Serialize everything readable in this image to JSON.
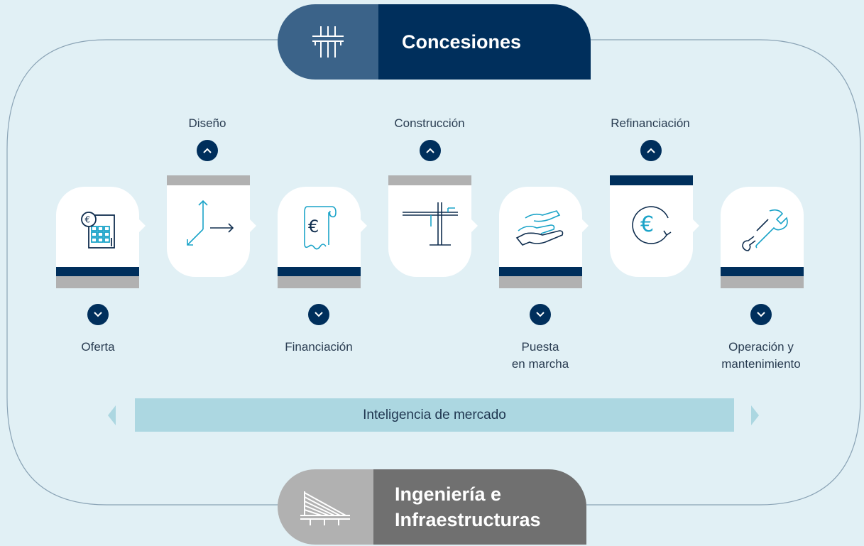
{
  "header": {
    "title": "Concesiones",
    "icon": "bridge-deck-icon"
  },
  "footer": {
    "title_line1": "Ingeniería e",
    "title_line2": "Infraestructuras",
    "icon": "cable-stayed-bridge-icon"
  },
  "steps": [
    {
      "label": "Oferta",
      "icon": "calculator-euro-icon"
    },
    {
      "label": "Diseño",
      "icon": "axes-arrows-icon"
    },
    {
      "label": "Financiación",
      "icon": "euro-bill-icon"
    },
    {
      "label": "Construcción",
      "icon": "tower-crane-icon"
    },
    {
      "label": "Puesta",
      "label2": "en marcha",
      "icon": "handshake-icon"
    },
    {
      "label": "Refinanciación",
      "icon": "euro-cycle-icon"
    },
    {
      "label": "Operación y",
      "label2": "mantenimiento",
      "icon": "wrench-icon"
    }
  ],
  "market_bar": {
    "label": "Inteligencia de mercado"
  },
  "colors": {
    "background": "#e1f0f5",
    "navy": "#002f5c",
    "steel": "#3b6389",
    "gray_dark": "#707070",
    "gray_light": "#b1b1b1",
    "accent_cyan": "#1aa3c8",
    "bar_light": "#acd7e1"
  }
}
